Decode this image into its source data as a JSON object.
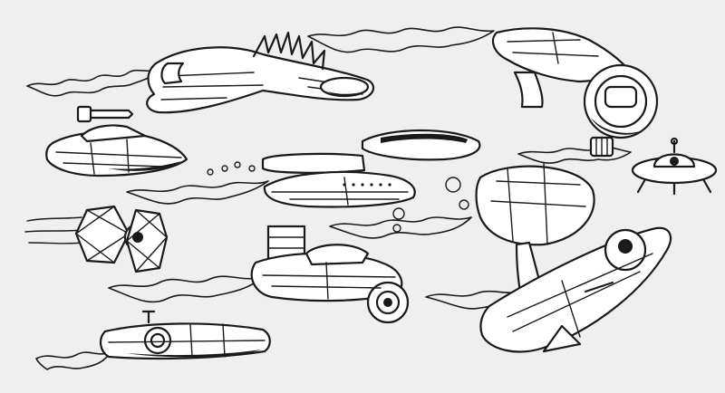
{
  "illustration": {
    "background_color": "#efefef",
    "ink_color": "#1a1a1a",
    "subjects": [
      "finned-starship",
      "bubble-cockpit-pod-ship",
      "antenna-cruiser",
      "disc-saucer-cruiser",
      "tiny-ufo-saucer",
      "hex-wing-fighter",
      "twin-hull-jet-fighter",
      "rocket-pilot-ship",
      "shuttle-capsule"
    ]
  }
}
